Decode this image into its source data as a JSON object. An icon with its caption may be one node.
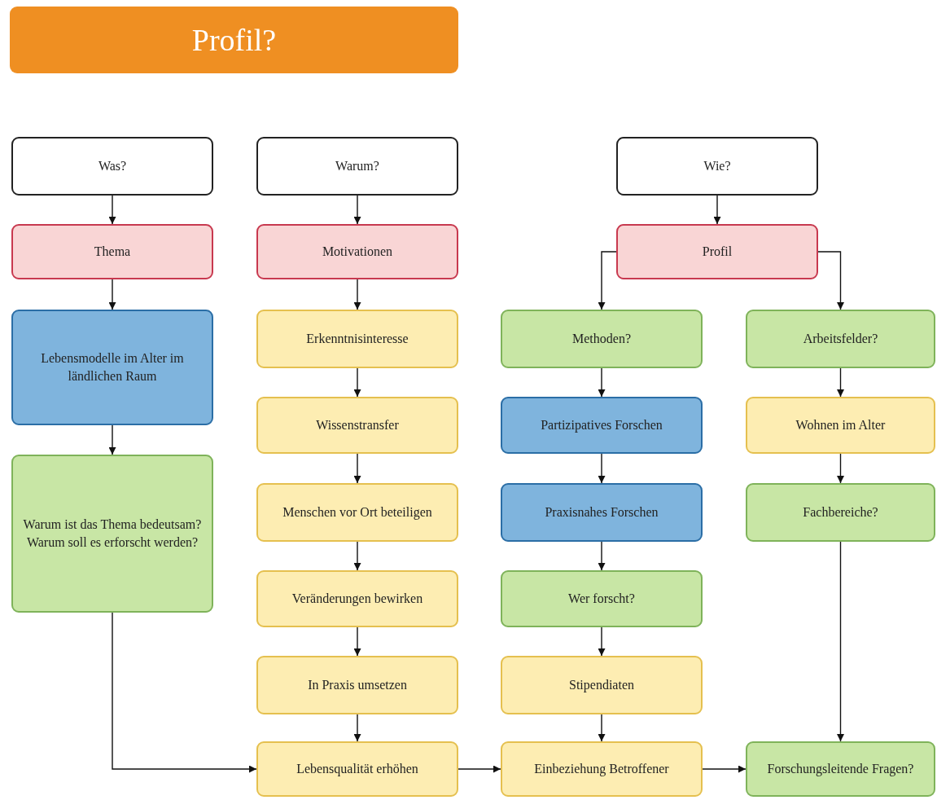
{
  "diagram": {
    "title": "Profil?",
    "nodes": [
      {
        "text": [
          "Was?"
        ]
      },
      {
        "text": [
          "Warum?"
        ]
      },
      {
        "text": [
          "Wie?"
        ]
      },
      {
        "text": [
          "Thema"
        ]
      },
      {
        "text": [
          "Motivationen"
        ]
      },
      {
        "text": [
          "Profil"
        ]
      },
      {
        "text": [
          "Lebensmodelle im Alter im ländlichen Raum"
        ]
      },
      {
        "text": [
          "Erkenntnisinteresse"
        ]
      },
      {
        "text": [
          "Methoden?"
        ]
      },
      {
        "text": [
          "Arbeitsfelder?"
        ]
      },
      {
        "text": [
          "Wissenstransfer"
        ]
      },
      {
        "text": [
          "Partizipatives Forschen"
        ]
      },
      {
        "text": [
          "Wohnen im Alter"
        ]
      },
      {
        "text": [
          "Warum ist das Thema bedeutsam? Warum soll es erforscht werden?"
        ]
      },
      {
        "text": [
          "Menschen vor Ort beteiligen"
        ]
      },
      {
        "text": [
          "Praxisnahes Forschen"
        ]
      },
      {
        "text": [
          "Fachbereiche?"
        ]
      },
      {
        "text": [
          "Veränderungen bewirken"
        ]
      },
      {
        "text": [
          "Wer forscht?"
        ]
      },
      {
        "text": [
          "In Praxis umsetzen"
        ]
      },
      {
        "text": [
          "Stipendiaten"
        ]
      },
      {
        "text": [
          "Lebensqualität erhöhen"
        ]
      },
      {
        "text": [
          "Einbeziehung Betroffener"
        ]
      },
      {
        "text": [
          "Forschungsleitende Fragen?"
        ]
      }
    ],
    "edges": [
      {
        "from": 0,
        "to": 3,
        "arrow": "to"
      },
      {
        "from": 3,
        "to": 6,
        "arrow": "to"
      },
      {
        "from": 6,
        "to": 13,
        "arrow": "to"
      },
      {
        "from": 13,
        "to": 21,
        "arrow": "to"
      },
      {
        "from": 1,
        "to": 4,
        "arrow": "to"
      },
      {
        "from": 4,
        "to": 7,
        "arrow": "to"
      },
      {
        "from": 7,
        "to": 10,
        "arrow": "to"
      },
      {
        "from": 10,
        "to": 14,
        "arrow": "to"
      },
      {
        "from": 14,
        "to": 17,
        "arrow": "to"
      },
      {
        "from": 17,
        "to": 19,
        "arrow": "to"
      },
      {
        "from": 19,
        "to": 21,
        "arrow": "to"
      },
      {
        "from": 21,
        "to": 22,
        "arrow": "to"
      },
      {
        "from": 22,
        "to": 23,
        "arrow": "to"
      },
      {
        "from": 2,
        "to": 5,
        "arrow": "to"
      },
      {
        "from": 5,
        "to": 8,
        "arrow": "to"
      },
      {
        "from": 5,
        "to": 9,
        "arrow": "to"
      },
      {
        "from": 8,
        "to": 11,
        "arrow": "to"
      },
      {
        "from": 11,
        "to": 15,
        "arrow": "to"
      },
      {
        "from": 15,
        "to": 18,
        "arrow": "to"
      },
      {
        "from": 18,
        "to": 20,
        "arrow": "to"
      },
      {
        "from": 20,
        "to": 22,
        "arrow": "to"
      },
      {
        "from": 9,
        "to": 12,
        "arrow": "to"
      },
      {
        "from": 12,
        "to": 16,
        "arrow": "to"
      },
      {
        "from": 16,
        "to": 23,
        "arrow": "to"
      }
    ]
  }
}
